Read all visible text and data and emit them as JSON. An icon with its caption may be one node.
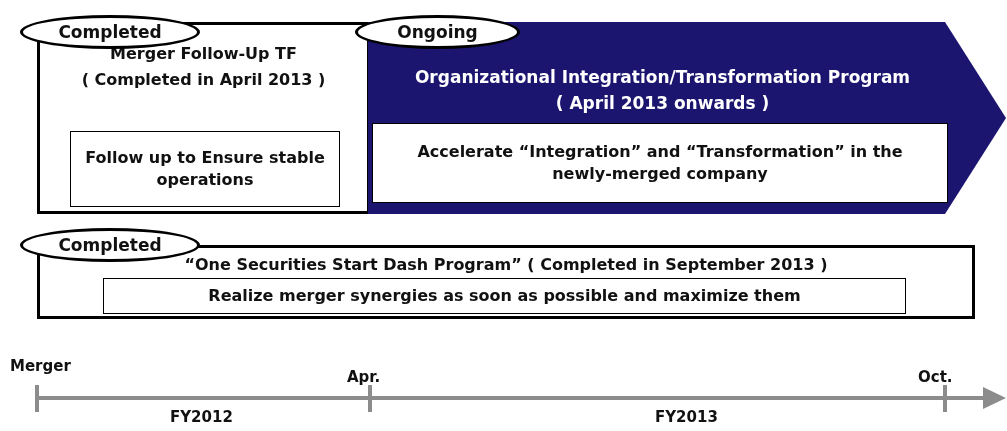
{
  "diagram": {
    "nodes": [
      {
        "text": [
          "Completed"
        ]
      },
      {
        "text": [
          "Merger Follow-Up TF",
          "( Completed in April 2013 )"
        ]
      },
      {
        "text": [
          "Follow up to Ensure stable operations"
        ],
        "in": 1
      },
      {
        "text": [
          "Ongoing"
        ]
      },
      {
        "text": [
          "Organizational Integration/Transformation Program",
          "( April 2013 onwards )"
        ]
      },
      {
        "text": [
          "Accelerate “Integration” and “Transformation” in the newly-merged company"
        ],
        "in": 4
      },
      {
        "text": [
          "Completed"
        ]
      },
      {
        "text": [
          "“One Securities Start Dash Program” ( Completed in September 2013 )"
        ]
      },
      {
        "text": [
          "Realize merger synergies as soon as possible and maximize them"
        ],
        "in": 7
      }
    ],
    "edges": [],
    "labels": [
      "Merger",
      "Apr.",
      "Oct.",
      "FY2012",
      "FY2013"
    ]
  }
}
